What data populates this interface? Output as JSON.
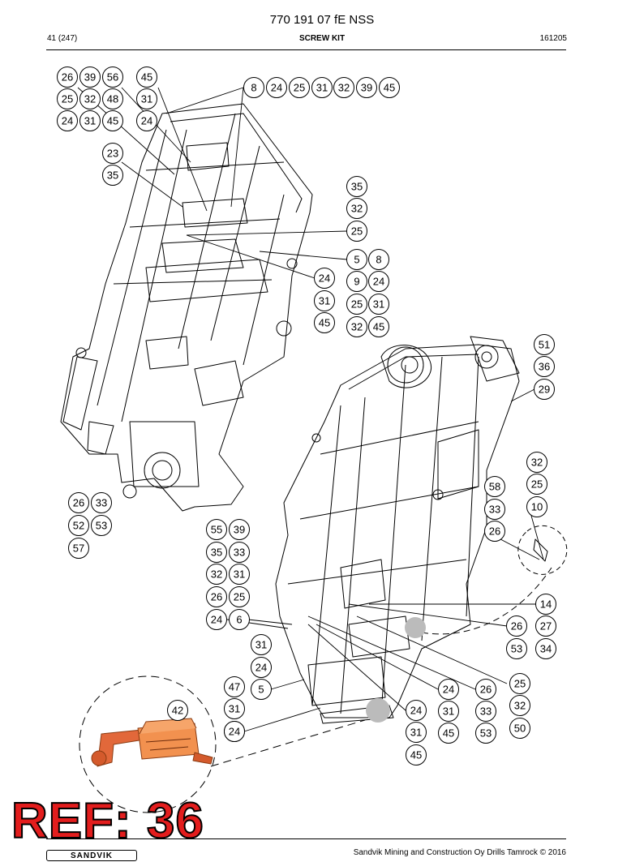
{
  "header": {
    "doc_number": "770 191 07 fE NSS",
    "page": "41 (247)",
    "section": "SCREW KIT",
    "code": "161205"
  },
  "footer": {
    "copyright": "Sandvik Mining and Construction Oy Drills Tamrock © 2016",
    "logo_text": "SANDVIK"
  },
  "stamp": {
    "text": "REF: 36",
    "color": "#e31d1d"
  },
  "callouts": [
    {
      "label": "26"
    },
    {
      "label": "39"
    },
    {
      "label": "56"
    },
    {
      "label": "45"
    },
    {
      "label": "25"
    },
    {
      "label": "32"
    },
    {
      "label": "48"
    },
    {
      "label": "31"
    },
    {
      "label": "24"
    },
    {
      "label": "31"
    },
    {
      "label": "45"
    },
    {
      "label": "24"
    },
    {
      "label": "23"
    },
    {
      "label": "35"
    },
    {
      "label": "8"
    },
    {
      "label": "24"
    },
    {
      "label": "25"
    },
    {
      "label": "31"
    },
    {
      "label": "32"
    },
    {
      "label": "39"
    },
    {
      "label": "45"
    },
    {
      "label": "35"
    },
    {
      "label": "32"
    },
    {
      "label": "25"
    },
    {
      "label": "5"
    },
    {
      "label": "8"
    },
    {
      "label": "24"
    },
    {
      "label": "9"
    },
    {
      "label": "24"
    },
    {
      "label": "31"
    },
    {
      "label": "25"
    },
    {
      "label": "31"
    },
    {
      "label": "45"
    },
    {
      "label": "32"
    },
    {
      "label": "45"
    },
    {
      "label": "51"
    },
    {
      "label": "36"
    },
    {
      "label": "29"
    },
    {
      "label": "32"
    },
    {
      "label": "58"
    },
    {
      "label": "25"
    },
    {
      "label": "33"
    },
    {
      "label": "10"
    },
    {
      "label": "26"
    },
    {
      "label": "26"
    },
    {
      "label": "33"
    },
    {
      "label": "52"
    },
    {
      "label": "53"
    },
    {
      "label": "57"
    },
    {
      "label": "55"
    },
    {
      "label": "39"
    },
    {
      "label": "35"
    },
    {
      "label": "33"
    },
    {
      "label": "32"
    },
    {
      "label": "31"
    },
    {
      "label": "26"
    },
    {
      "label": "25"
    },
    {
      "label": "24"
    },
    {
      "label": "6"
    },
    {
      "label": "14"
    },
    {
      "label": "26"
    },
    {
      "label": "27"
    },
    {
      "label": "53"
    },
    {
      "label": "34"
    },
    {
      "label": "31"
    },
    {
      "label": "24"
    },
    {
      "label": "47"
    },
    {
      "label": "5"
    },
    {
      "label": "25"
    },
    {
      "label": "24"
    },
    {
      "label": "26"
    },
    {
      "label": "32"
    },
    {
      "label": "42"
    },
    {
      "label": "31"
    },
    {
      "label": "24"
    },
    {
      "label": "31"
    },
    {
      "label": "33"
    },
    {
      "label": "50"
    },
    {
      "label": "24"
    },
    {
      "label": "45"
    },
    {
      "label": "53"
    },
    {
      "label": "31"
    },
    {
      "label": "24"
    },
    {
      "label": "45"
    }
  ]
}
